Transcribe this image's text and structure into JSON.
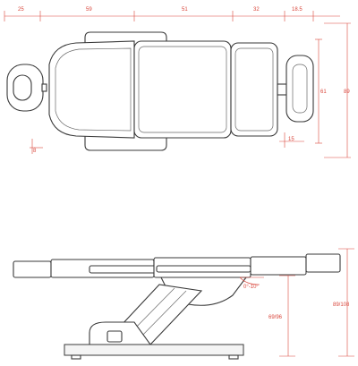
{
  "dimensions": {
    "top_widths": [
      "25",
      "59",
      "51",
      "32",
      "18.5"
    ],
    "overall_width": "89",
    "inner_width": "61",
    "armrest_gap": "8",
    "foot_gap": "15",
    "side_height_1": "69/96",
    "side_height_2": "89/108",
    "tilt_angle": "0°-10°"
  },
  "colors": {
    "outline": "#3a3a3a",
    "dimension": "#d9473c"
  }
}
